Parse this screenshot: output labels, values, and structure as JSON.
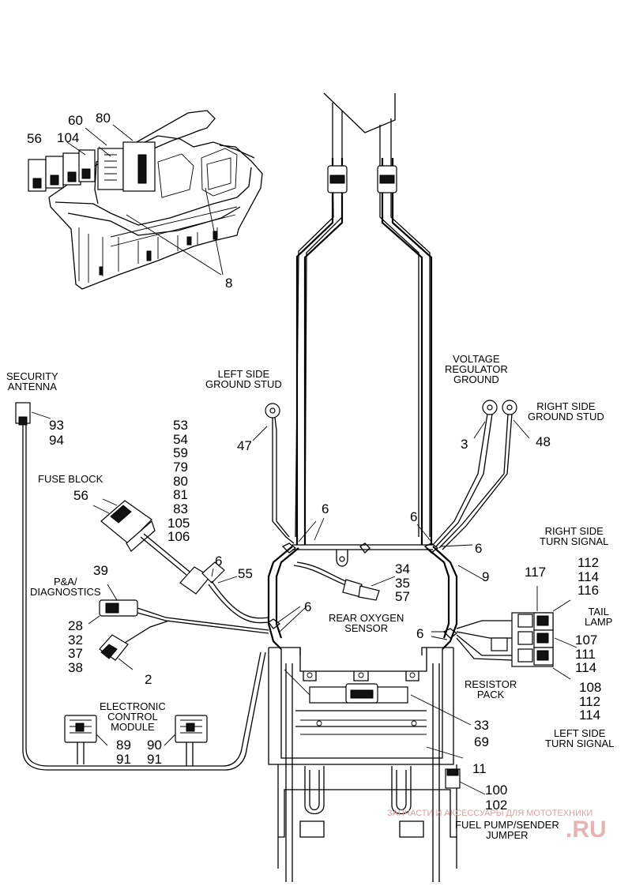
{
  "captions": {
    "security_antenna": "SECURITY\nANTENNA",
    "left_ground": "LEFT SIDE\nGROUND STUD",
    "voltage_reg": "VOLTAGE\nREGULATOR\nGROUND",
    "right_ground": "RIGHT SIDE\nGROUND STUD",
    "fuse_block": "FUSE BLOCK",
    "pa_diag": "P&A/\nDIAGNOSTICS",
    "rear_oxygen": "REAR OXYGEN\nSENSOR",
    "right_turn": "RIGHT SIDE\nTURN SIGNAL",
    "tail_lamp": "TAIL\nLAMP",
    "resistor": "RESISTOR\nPACK",
    "ecm": "ELECTRONIC\nCONTROL\nMODULE",
    "left_turn": "LEFT SIDE\nTURN SIGNAL",
    "fuel_pump": "FUEL PUMP/SENDER\nJUMPER"
  },
  "refs": {
    "r60": "60",
    "r80": "80",
    "r56a": "56",
    "r104": "104",
    "r8": "8",
    "r93": "93",
    "r94": "94",
    "r47": "47",
    "r3": "3",
    "r48": "48",
    "fuse_stack": "53\n54\n59\n79\n80\n81\n83\n105\n106",
    "r56b": "56",
    "r6a": "6",
    "r6b": "6",
    "r6c": "6",
    "r6d": "6",
    "r6e": "6",
    "r6f": "6",
    "r55": "55",
    "r39": "39",
    "pa_stack": "28\n32\n37\n38",
    "r2": "2",
    "o2_stack": "34\n35\n57",
    "r9": "9",
    "r117": "117",
    "rt_stack": "112\n114\n116",
    "tail_stack": "107\n111\n114",
    "lt_stack": "108\n112\n114",
    "r33": "33",
    "r69": "69",
    "r11": "11",
    "ecm_left": "89\n91",
    "ecm_right": "90\n91",
    "r100": "100",
    "r102": "102"
  },
  "watermark": {
    "line1": "ЗАПЧАСТИ И АКСЕССУАРЫ ДЛЯ МОТОТЕХНИКИ",
    "line2": ".RU"
  }
}
